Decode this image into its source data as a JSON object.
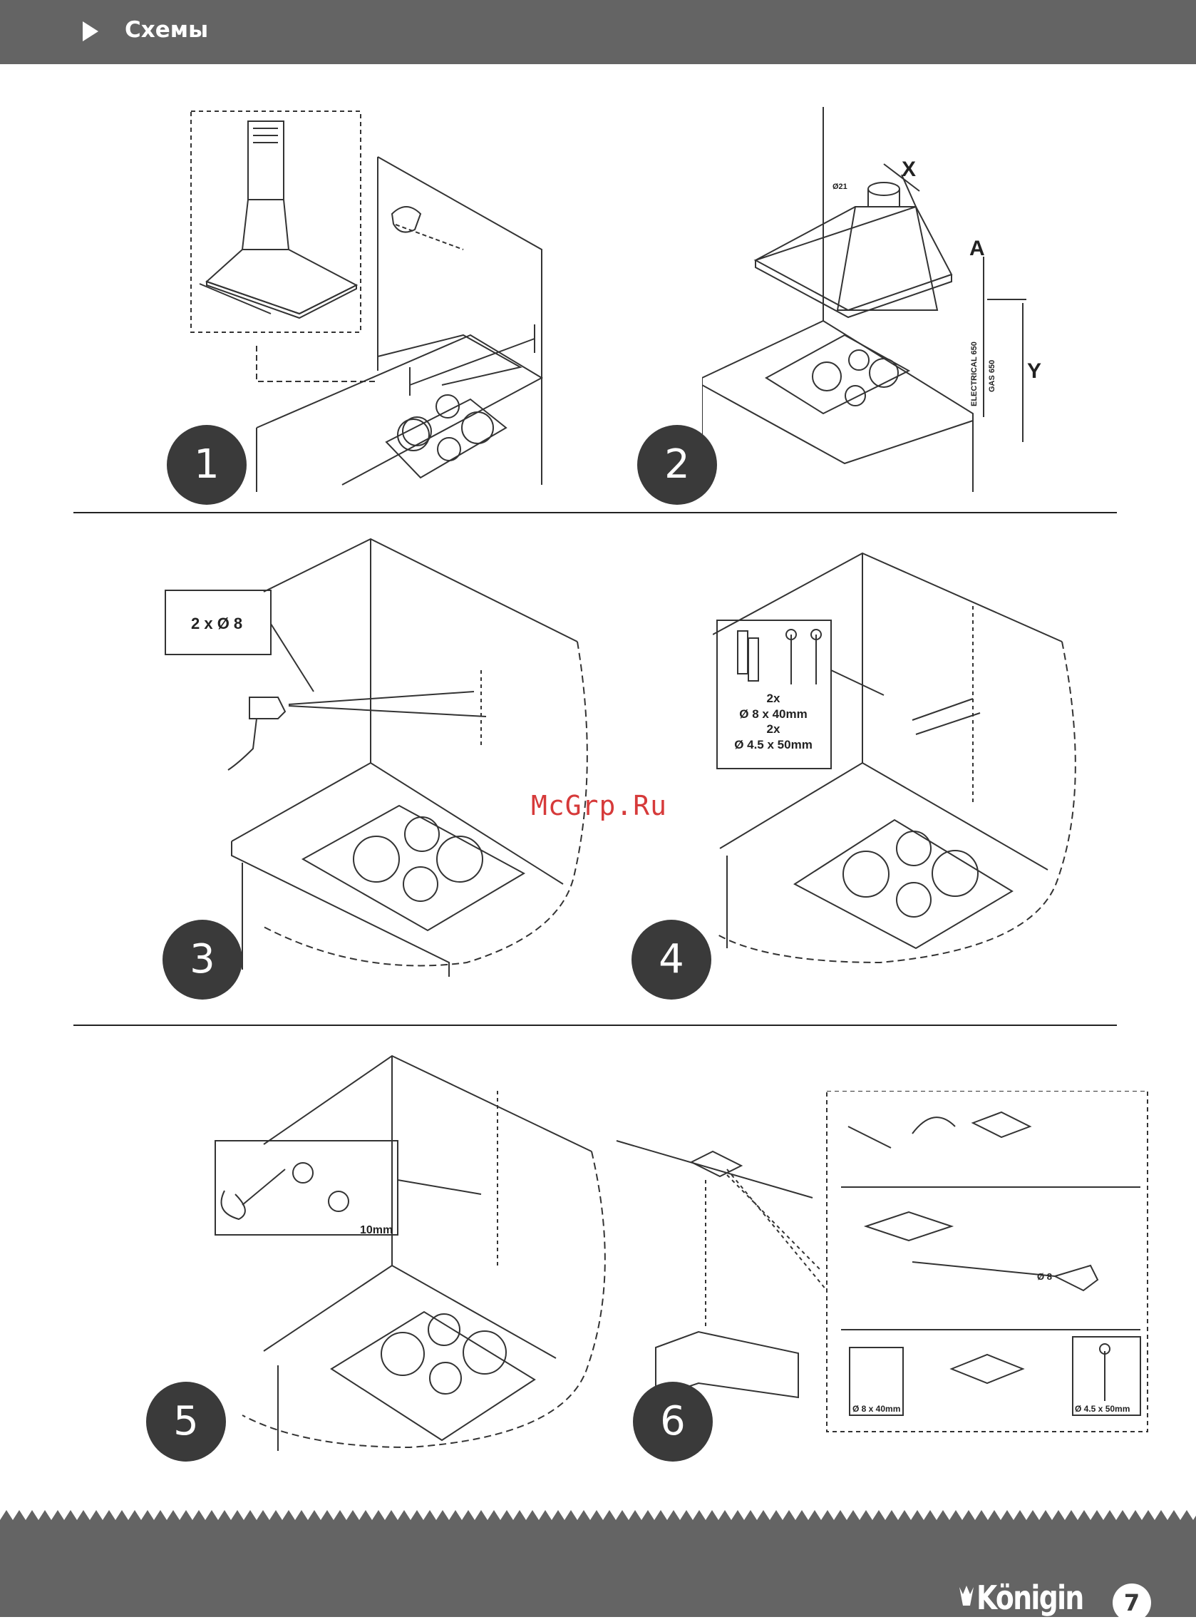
{
  "header": {
    "section_title": "Схемы",
    "play_icon": "play-triangle-icon"
  },
  "steps": [
    "1",
    "2",
    "3",
    "4",
    "5",
    "6"
  ],
  "figure2": {
    "label_x": "X",
    "label_a": "A",
    "label_y": "Y",
    "label_electrical": "ELECTRICAL 650",
    "label_gas": "GAS 650",
    "label_diam": "Ø21"
  },
  "figure3": {
    "callout": "2 x Ø 8"
  },
  "figure4": {
    "qty1": "2x",
    "plug": "Ø 8 x 40mm",
    "qty2": "2x",
    "screw": "Ø 4.5 x 50mm"
  },
  "figure5": {
    "gap": "10mm"
  },
  "figure6": {
    "drill": "Ø 8",
    "plug": "Ø 8 x 40mm",
    "screw": "Ø 4.5 x 50mm"
  },
  "watermark": "McGrp.Ru",
  "footer": {
    "brand": "Königin",
    "page_number": "7"
  }
}
